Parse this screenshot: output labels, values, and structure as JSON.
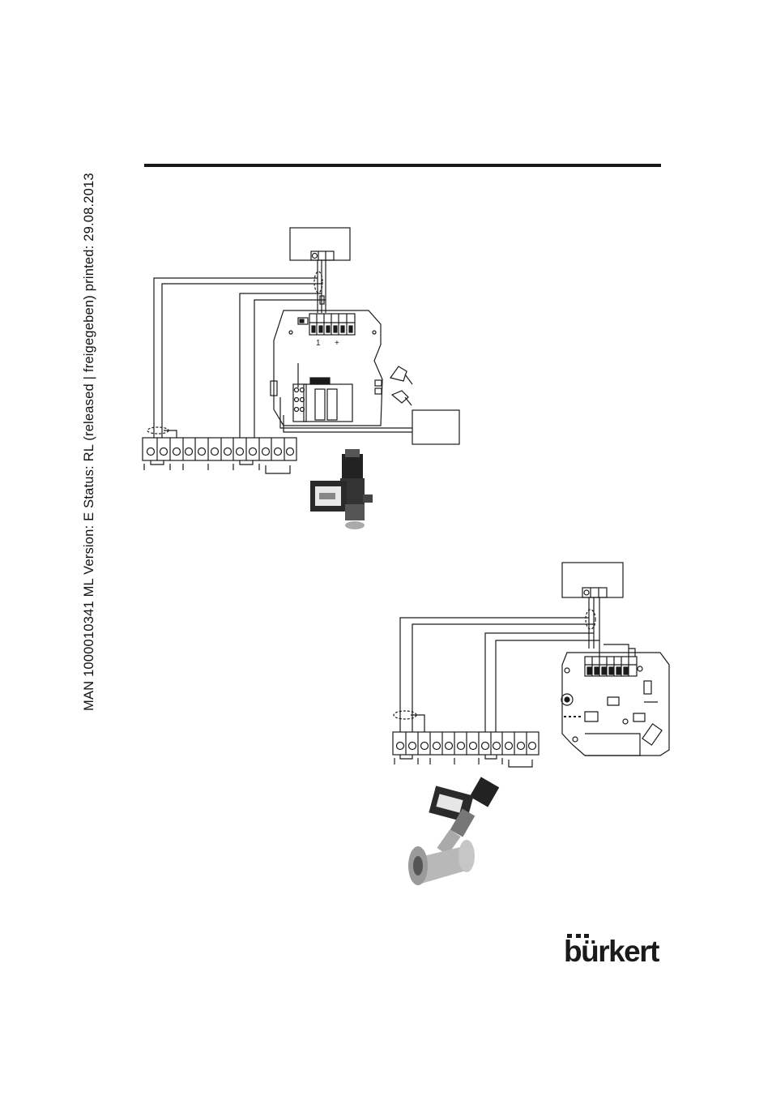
{
  "document": {
    "side_text": "MAN  1000010341  ML  Version: E  Status: RL (released | freigegeben)  printed: 29.08.2013",
    "logo_text": "bürkert"
  },
  "diagram1": {
    "marker_a": "1",
    "marker_b": "+"
  }
}
